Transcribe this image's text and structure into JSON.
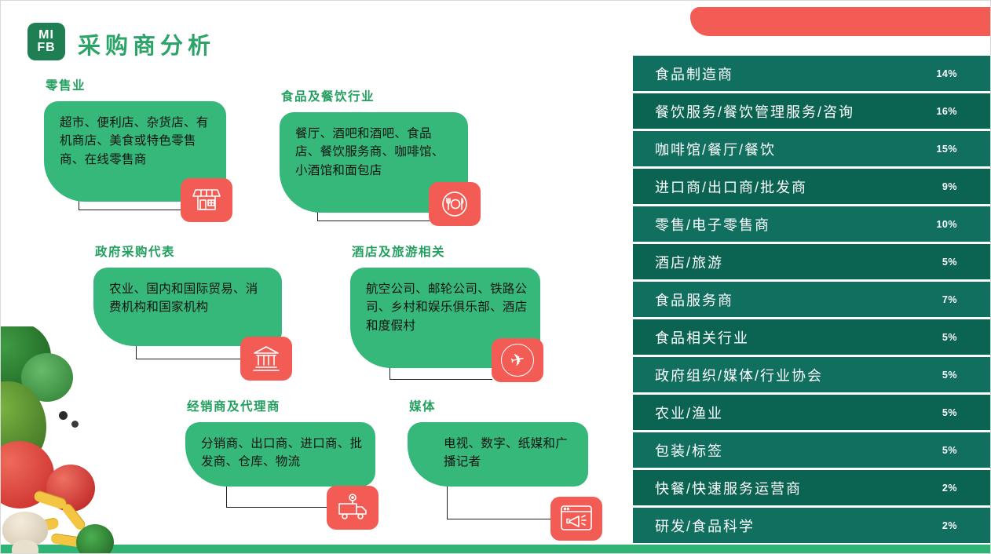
{
  "slide": {
    "title": "采购商分析",
    "logo": {
      "line1": "MI",
      "line2": "FB"
    }
  },
  "icons": {
    "airplane_glyph": "✈"
  },
  "categories": [
    {
      "title": "零售业",
      "description": "超市、便利店、杂货店、有机商店、美食或特色零售商、在线零售商",
      "icon": "storefront-icon"
    },
    {
      "title": "食品及餐饮行业",
      "description": "餐厅、酒吧和酒吧、食品店、餐饮服务商、咖啡馆、小酒馆和面包店",
      "icon": "restaurant-plate-icon"
    },
    {
      "title": "政府采购代表",
      "description": "农业、国内和国际贸易、消费机构和国家机构",
      "icon": "government-building-icon"
    },
    {
      "title": "酒店及旅游相关",
      "description": "航空公司、邮轮公司、铁路公司、乡村和娱乐俱乐部、酒店和度假村",
      "icon": "airplane-icon"
    },
    {
      "title": "经销商及代理商",
      "description": "分销商、出口商、进口商、批发商、仓库、物流",
      "icon": "delivery-truck-icon"
    },
    {
      "title": "媒体",
      "description": "电视、数字、纸媒和广播记者",
      "icon": "media-broadcast-icon"
    }
  ],
  "chart_data": {
    "type": "table",
    "title": "采购商分析",
    "categories": [
      "食品制造商",
      "餐饮服务/餐饮管理服务/咨询",
      "咖啡馆/餐厅/餐饮",
      "进口商/出口商/批发商",
      "零售/电子零售商",
      "酒店/旅游",
      "食品服务商",
      "食品相关行业",
      "政府组织/媒体/行业协会",
      "农业/渔业",
      "包装/标签",
      "快餐/快速服务运营商",
      "研发/食品科学"
    ],
    "values": [
      14,
      16,
      15,
      9,
      10,
      5,
      7,
      5,
      5,
      5,
      5,
      2,
      2
    ],
    "percent_labels": [
      "14%",
      "16%",
      "15%",
      "9%",
      "10%",
      "5%",
      "7%",
      "5%",
      "5%",
      "5%",
      "5%",
      "2%",
      "2%"
    ]
  },
  "colors": {
    "card_green": "#35B879",
    "accent_red": "#F25C54",
    "table_teal_light": "#106F5F",
    "table_teal_dark": "#0B6452",
    "title_green": "#2CA469",
    "logo_green": "#1E8052",
    "bottom_bar_green": "#2FB475"
  }
}
